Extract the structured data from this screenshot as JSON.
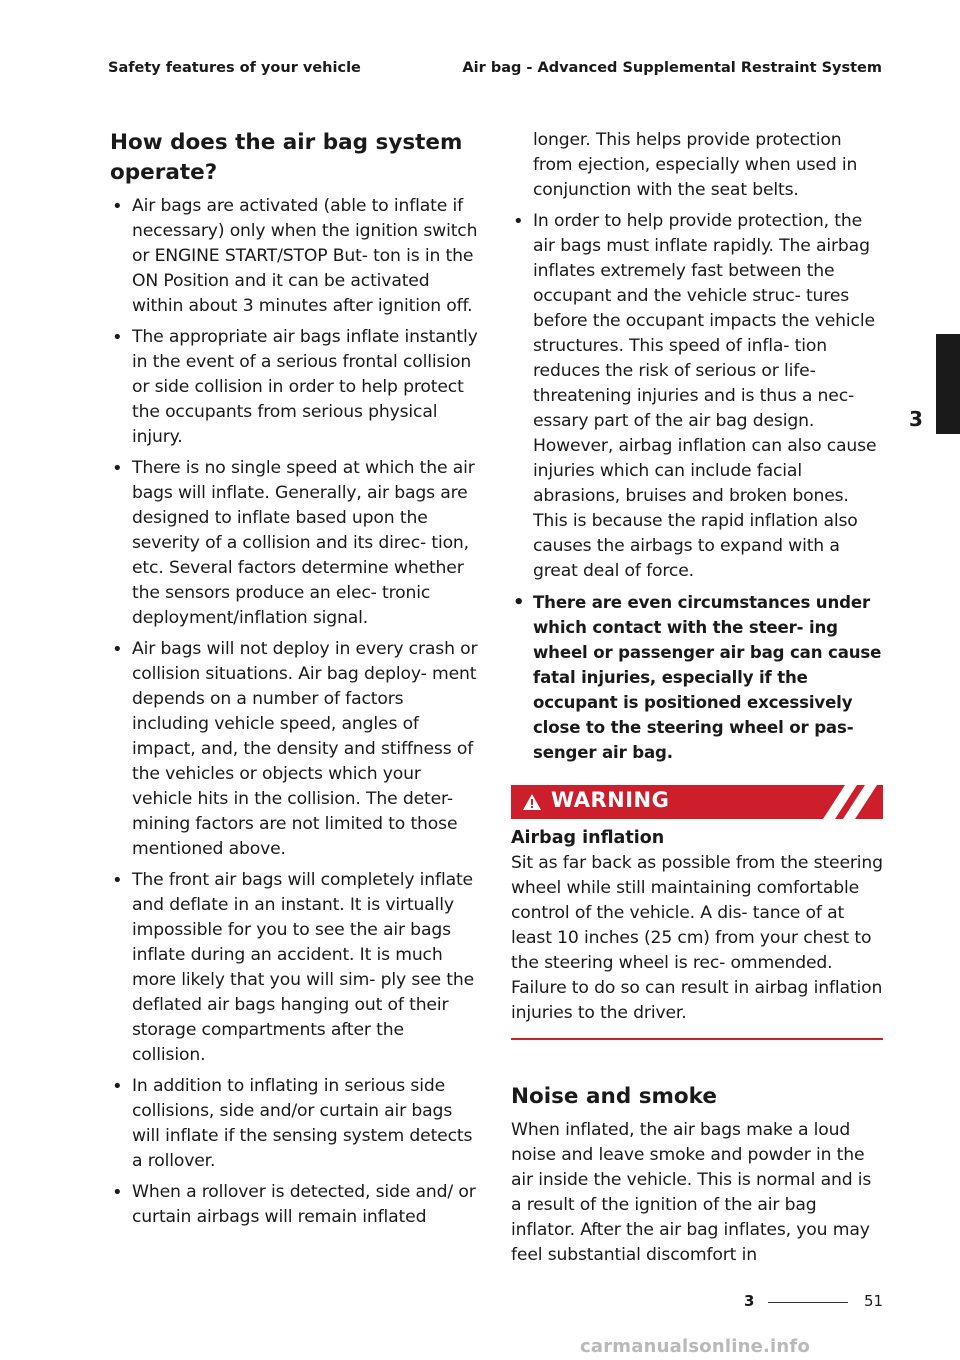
{
  "header": {
    "left": "Safety features of your vehicle",
    "right": "Air bag - Advanced Supplemental Restraint System"
  },
  "left_column": {
    "heading_line1": "How does the air bag system",
    "heading_line2": "operate?",
    "bullets": [
      "Air bags are activated (able to inflate if necessary) only when the ignition switch or ENGINE START/STOP But- ton is in the ON Position and it can be activated within about 3 minutes after ignition off.",
      "The appropriate air bags inflate instantly in the event of a serious frontal collision or side collision in order to help protect the occupants from serious physical injury.",
      "There is no single speed at which the air bags will inflate. Generally, air bags are designed to inflate based upon the severity of a collision and its direc- tion, etc. Several factors determine whether the sensors produce an elec- tronic deployment/inflation signal.",
      "Air bags will not deploy in every crash or collision situations. Air bag deploy- ment depends on a number of factors including vehicle speed, angles of impact, and, the density and stiffness of the vehicles or objects which your vehicle hits in the collision. The deter- mining factors are not limited to those mentioned above.",
      "The front air bags will completely inflate and deflate in an instant. It is virtually impossible for you to see the air bags inflate during an accident. It is much more likely that you will sim- ply see the deflated air bags hanging out of their storage compartments after the collision.",
      "In addition to inflating in serious side collisions, side and/or curtain air bags will inflate if the sensing system detects a rollover.",
      "When a rollover is detected, side and/ or curtain airbags will remain inflated"
    ]
  },
  "right_column": {
    "continuation": "longer. This helps provide protection from ejection, especially when used in conjunction with the seat belts.",
    "bullets": [
      "In order to help provide protection, the air bags must inflate rapidly. The airbag inflates extremely fast between the occupant and the vehicle struc- tures before the occupant impacts the vehicle structures. This speed of infla- tion reduces the risk of serious or life- threatening injuries and is thus a nec- essary part of the air bag design. However, airbag inflation can also cause injuries which can include facial abrasions, bruises and broken bones. This is because the rapid inflation also causes the airbags to expand with a great deal of force."
    ],
    "bold_bullet": "There are even circumstances under which contact with the steer- ing wheel or passenger air bag can cause fatal injuries, especially if the occupant is positioned excessively close to the steering wheel or pas- senger air bag.",
    "warning": {
      "label": "WARNING",
      "title": "Airbag inflation",
      "body": "Sit as far back as possible from the steering wheel while still maintaining comfortable control of the vehicle. A dis- tance of at least 10 inches (25 cm) from your chest to the steering wheel is rec- ommended. Failure to do so can result in airbag inflation injuries to the driver."
    },
    "noise_heading": "Noise and smoke",
    "noise_body": "When inflated, the air bags make a loud noise and leave smoke and powder in the air inside the vehicle. This is normal and is a result of the ignition of the air bag inflator. After the air bag inflates, you may feel substantial discomfort in"
  },
  "side_tab": "3",
  "footer": {
    "chapter": "3",
    "page": "51"
  },
  "watermark": "carmanualsonline.info",
  "colors": {
    "warning_red": "#cc1f2b",
    "text": "#1a1a1a"
  }
}
